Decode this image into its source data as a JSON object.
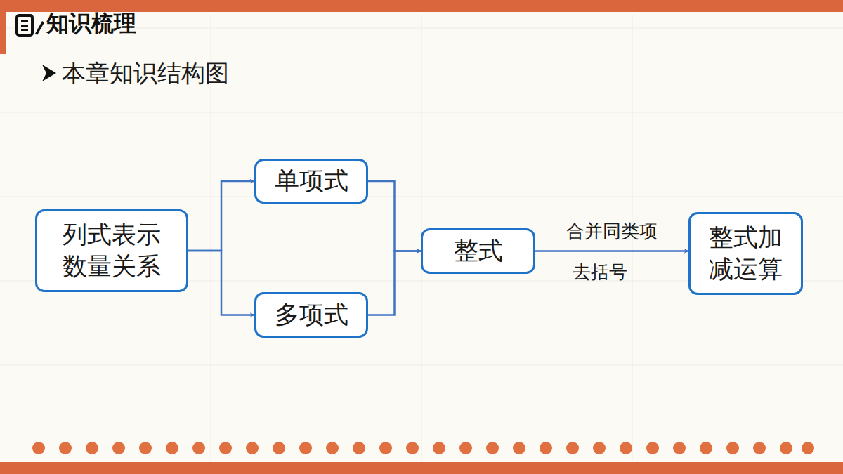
{
  "diagram": {
    "title": "知识梳理",
    "nodes": [
      {
        "text": [
          "列式表示 数量关系"
        ]
      },
      {
        "text": [
          "单项式"
        ]
      },
      {
        "text": [
          "多项式"
        ]
      },
      {
        "text": [
          "整式"
        ]
      },
      {
        "text": [
          "整式加 减运算"
        ]
      }
    ],
    "edges": [
      {
        "from": 0,
        "to": 1,
        "arrow": "to"
      },
      {
        "from": 0,
        "to": 2,
        "arrow": "to"
      },
      {
        "from": 1,
        "to": 3,
        "arrow": "to"
      },
      {
        "from": 2,
        "to": 3,
        "arrow": "to"
      },
      {
        "from": 3,
        "to": 4,
        "label": "合并同类项",
        "arrow": "to"
      }
    ],
    "labels": [
      "本章知识结构图",
      "去括号"
    ]
  }
}
